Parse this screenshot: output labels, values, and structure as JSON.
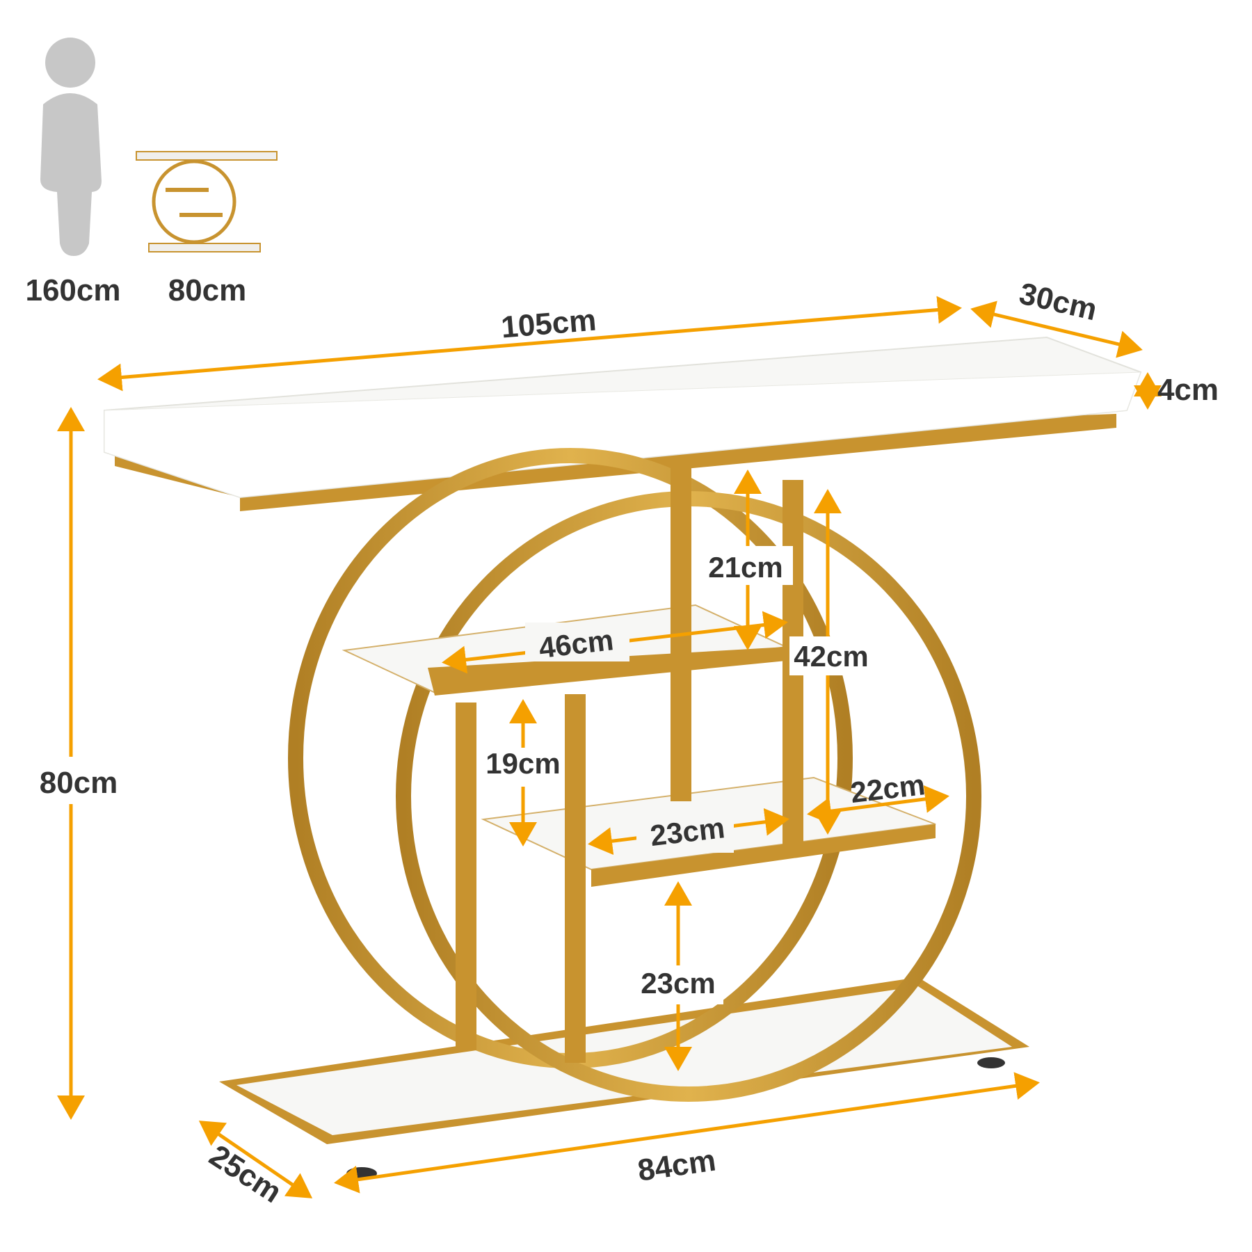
{
  "reference": {
    "person_height": "160cm",
    "table_height": "80cm"
  },
  "dimensions": {
    "top_length": "105cm",
    "top_depth": "30cm",
    "top_thickness": "4cm",
    "total_height": "80cm",
    "upper_shelf_clearance": "21cm",
    "upper_shelf_width": "46cm",
    "right_section_height": "42cm",
    "middle_shelf_clearance": "19cm",
    "lower_right_width": "22cm",
    "lower_shelf_width": "23cm",
    "base_clearance": "23cm",
    "base_depth": "25cm",
    "base_length": "84cm"
  },
  "colors": {
    "arrow": "#f5a000",
    "gold": "#c8932f",
    "marble": "#f7f7f5",
    "text": "#333333",
    "silhouette": "#c7c7c7"
  },
  "icons": {
    "person": "person-silhouette-icon",
    "table_thumb": "console-table-thumbnail-icon"
  }
}
